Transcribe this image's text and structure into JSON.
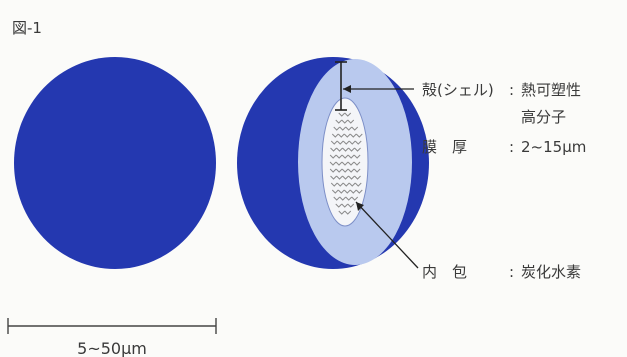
{
  "figure": {
    "label": "図-1",
    "scale_label": "5~50μm"
  },
  "labels": {
    "shell_name": "殻(シェル)",
    "shell_colon": ":",
    "shell_material_line1": "熱可塑性",
    "shell_material_line2": "高分子",
    "thickness_name": "膜　厚",
    "thickness_colon": ":",
    "thickness_value": "2~15μm",
    "core_name": "内　包",
    "core_colon": ":",
    "core_material": "炭化水素"
  },
  "colors": {
    "sphere_dark": "#2438b0",
    "shell_light": "#b9c9ee",
    "core_fill": "#f4f5f8",
    "line": "#222222"
  }
}
